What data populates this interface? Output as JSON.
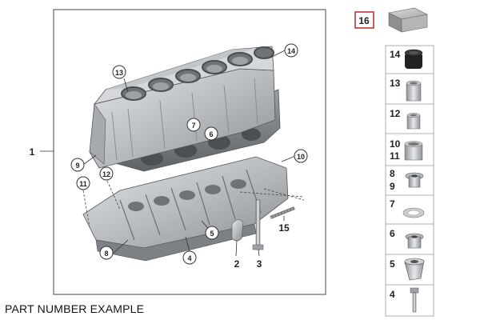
{
  "caption": "PART NUMBER EXAMPLE",
  "callouts": {
    "c1": "1",
    "c2": "2",
    "c3": "3",
    "c4": "4",
    "c5": "5",
    "c6": "6",
    "c7": "7",
    "c8": "8",
    "c9": "9",
    "c10": "10",
    "c11": "11",
    "c12": "12",
    "c13": "13",
    "c14": "14",
    "c15": "15"
  },
  "kit_label": "16",
  "sidebar": [
    {
      "labels": [
        "14"
      ],
      "part": "seal"
    },
    {
      "labels": [
        "13"
      ],
      "part": "dowel-sleeve"
    },
    {
      "labels": [
        "12"
      ],
      "part": "short-sleeve"
    },
    {
      "labels": [
        "10",
        "11"
      ],
      "part": "bushing"
    },
    {
      "labels": [
        "8",
        "9"
      ],
      "part": "screw-plug-with-ring"
    },
    {
      "labels": [
        "7"
      ],
      "part": "sealing-ring"
    },
    {
      "labels": [
        "6"
      ],
      "part": "plug"
    },
    {
      "labels": [
        "5"
      ],
      "part": "threaded-insert"
    },
    {
      "labels": [
        "4"
      ],
      "part": "bolt"
    }
  ],
  "colors": {
    "accent": "#c0262d",
    "line": "#333333",
    "metal": "#c8cacd"
  }
}
